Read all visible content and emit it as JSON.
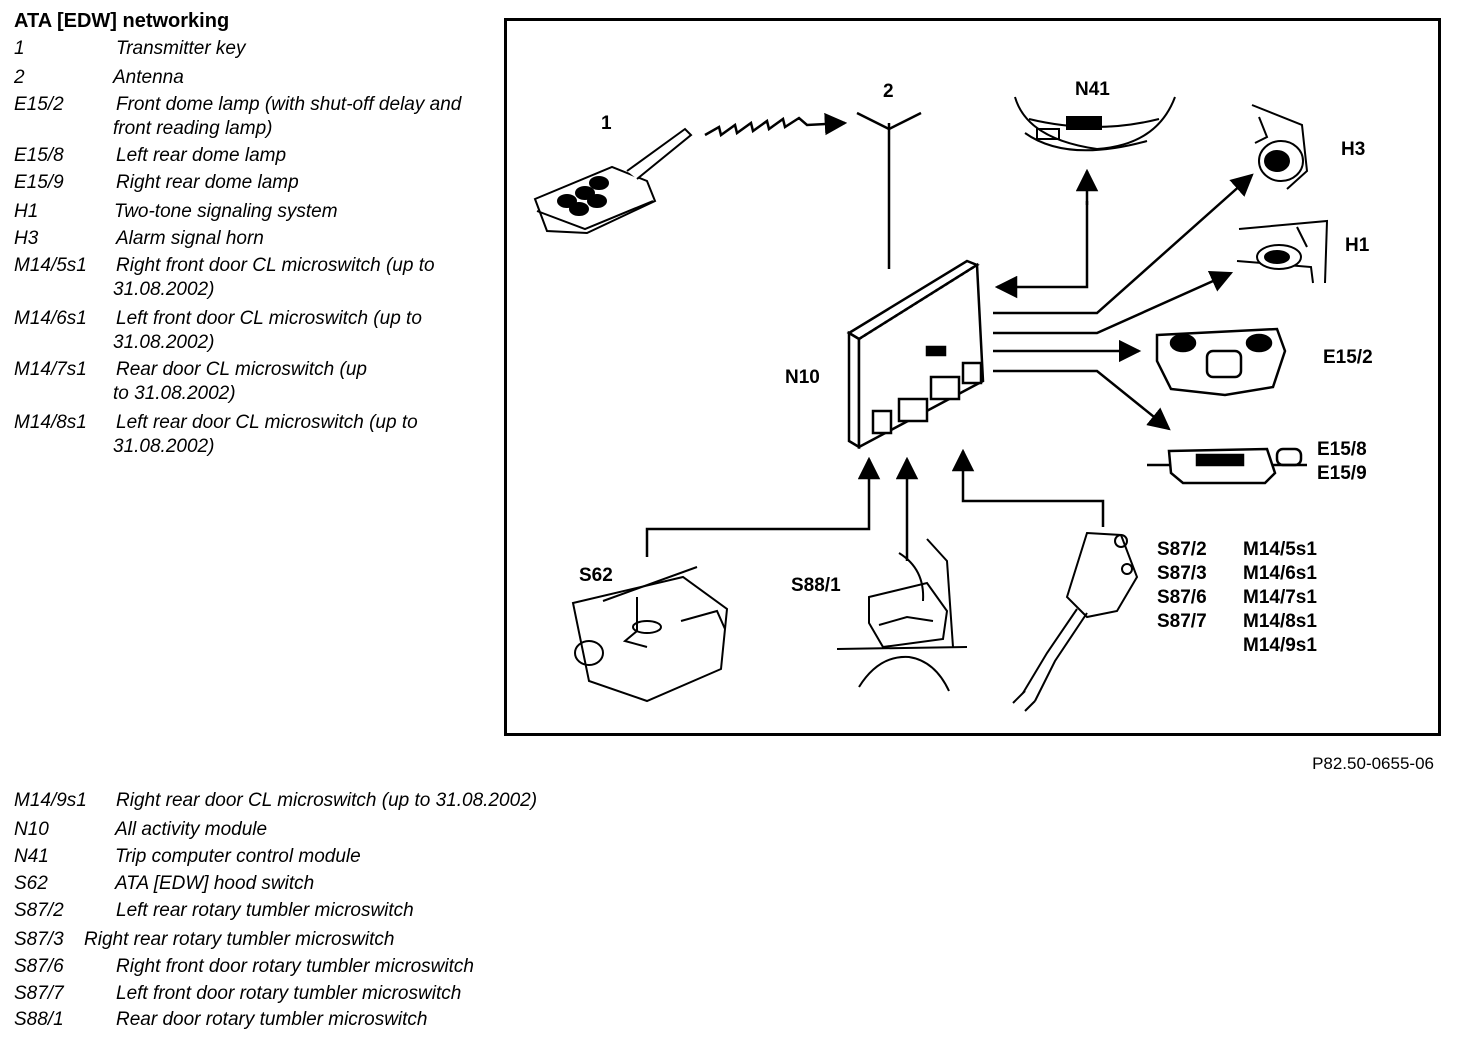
{
  "title": "ATA [EDW] networking",
  "legend_top": [
    {
      "code": "1",
      "desc": "Transmitter key"
    },
    {
      "code": "2",
      "desc": "Antenna"
    },
    {
      "code": "E15/2",
      "desc": "Front dome lamp (with shut-off delay and front reading lamp)"
    },
    {
      "code": "E15/8",
      "desc": "Left rear dome lamp"
    },
    {
      "code": "E15/9",
      "desc": "Right rear dome lamp"
    },
    {
      "code": "H1",
      "desc": "Two-tone signaling system"
    },
    {
      "code": "H3",
      "desc": "Alarm signal horn"
    },
    {
      "code": "M14/5s1",
      "desc": "Right front door CL microswitch (up to 31.08.2002)"
    },
    {
      "code": "M14/6s1",
      "desc": "Left front door CL microswitch (up to 31.08.2002)"
    },
    {
      "code": "M14/7s1",
      "desc": "Rear door CL microswitch (up to 31.08.2002)"
    },
    {
      "code": "M14/8s1",
      "desc": "Left rear door CL microswitch (up to 31.08.2002)"
    }
  ],
  "legend_bottom": [
    {
      "code": "M14/9s1",
      "desc": "Right rear door CL microswitch (up to 31.08.2002)"
    },
    {
      "code": "N10",
      "desc": "All activity module"
    },
    {
      "code": "N41",
      "desc": "Trip computer control module"
    },
    {
      "code": "S62",
      "desc": "ATA [EDW] hood switch"
    },
    {
      "code": "S87/2",
      "desc": "Left rear rotary tumbler microswitch"
    },
    {
      "code": "S87/3",
      "desc": "Right rear rotary tumbler microswitch"
    },
    {
      "code": "S87/6",
      "desc": "Right front door rotary tumbler microswitch"
    },
    {
      "code": "S87/7",
      "desc": "Left front door rotary tumbler microswitch"
    },
    {
      "code": "S88/1",
      "desc": "Rear door rotary tumbler microswitch"
    }
  ],
  "figure_labels": {
    "key": "1",
    "antenna": "2",
    "n41": "N41",
    "h3": "H3",
    "h1": "H1",
    "e15_2": "E15/2",
    "e15_8": "E15/8",
    "e15_9": "E15/9",
    "n10": "N10",
    "s62": "S62",
    "s88_1": "S88/1",
    "s87_2": "S87/2",
    "s87_3": "S87/3",
    "s87_6": "S87/6",
    "s87_7": "S87/7",
    "m14_5s1": "M14/5s1",
    "m14_6s1": "M14/6s1",
    "m14_7s1": "M14/7s1",
    "m14_8s1": "M14/8s1",
    "m14_9s1": "M14/9s1"
  },
  "figure_code": "P82.50-0655-06"
}
